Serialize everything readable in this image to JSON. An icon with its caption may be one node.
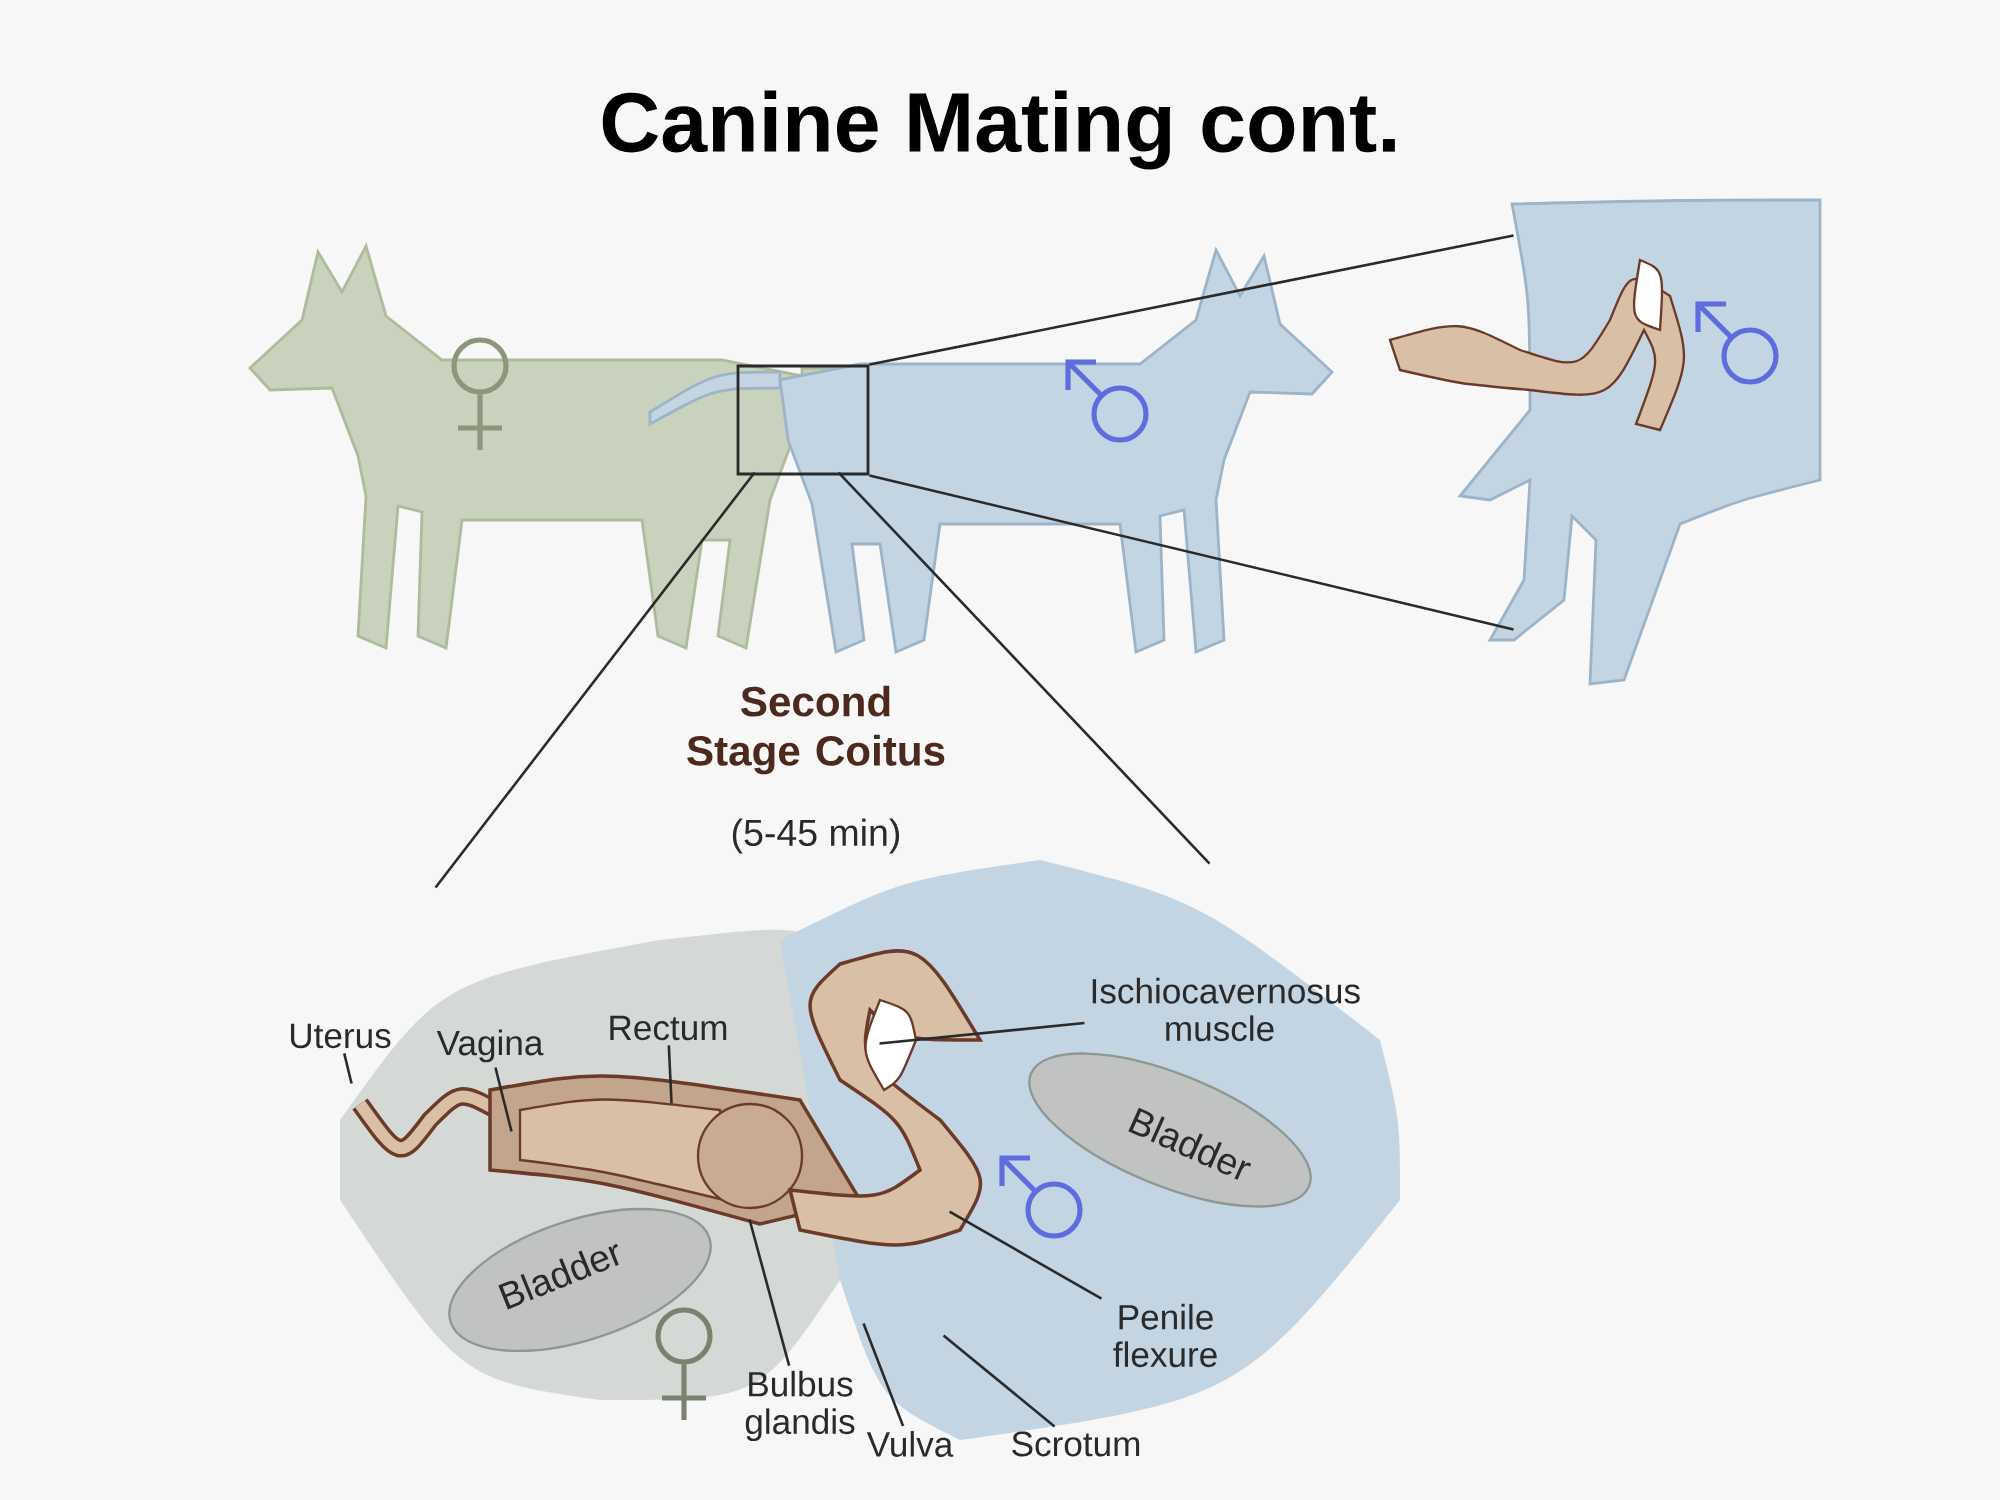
{
  "diagram": {
    "title": "Canine Mating cont.",
    "nodes": [
      {
        "text": [
          "Uterus"
        ]
      },
      {
        "text": [
          "Vagina"
        ]
      },
      {
        "text": [
          "Rectum"
        ]
      },
      {
        "text": [
          "Ischiocavernosus muscle"
        ],
        "in": 10
      },
      {
        "text": [
          "Penile flexure"
        ],
        "in": 10
      },
      {
        "text": [
          "Bulbus glandis"
        ]
      },
      {
        "text": [
          "Vulva"
        ]
      },
      {
        "text": [
          "Scrotum"
        ]
      },
      {
        "text": [],
        "shape": "box"
      },
      {
        "text": [],
        "shape": "picture"
      },
      {
        "text": [],
        "shape": "picture"
      }
    ],
    "edges": [
      {
        "from": 0,
        "to": 10,
        "arrow": "none"
      },
      {
        "from": 1,
        "to": 10,
        "arrow": "none"
      },
      {
        "from": 2,
        "to": 10,
        "arrow": "none"
      },
      {
        "from": 3,
        "to": 10,
        "arrow": "none"
      },
      {
        "from": 4,
        "to": 10,
        "arrow": "none"
      },
      {
        "from": 5,
        "to": 10,
        "arrow": "none"
      },
      {
        "from": 6,
        "to": 10,
        "arrow": "none"
      },
      {
        "from": 7,
        "to": 10,
        "arrow": "none"
      },
      {
        "from": 8,
        "to": 9,
        "arrow": "none"
      },
      {
        "from": 8,
        "to": 9,
        "arrow": "none"
      },
      {
        "from": 8,
        "to": 10,
        "arrow": "none"
      },
      {
        "from": 8,
        "to": 10,
        "arrow": "none"
      }
    ],
    "labels": [
      "Second Stage Coitus",
      "(5-45 min)",
      "Bladder",
      "Bladder"
    ]
  }
}
